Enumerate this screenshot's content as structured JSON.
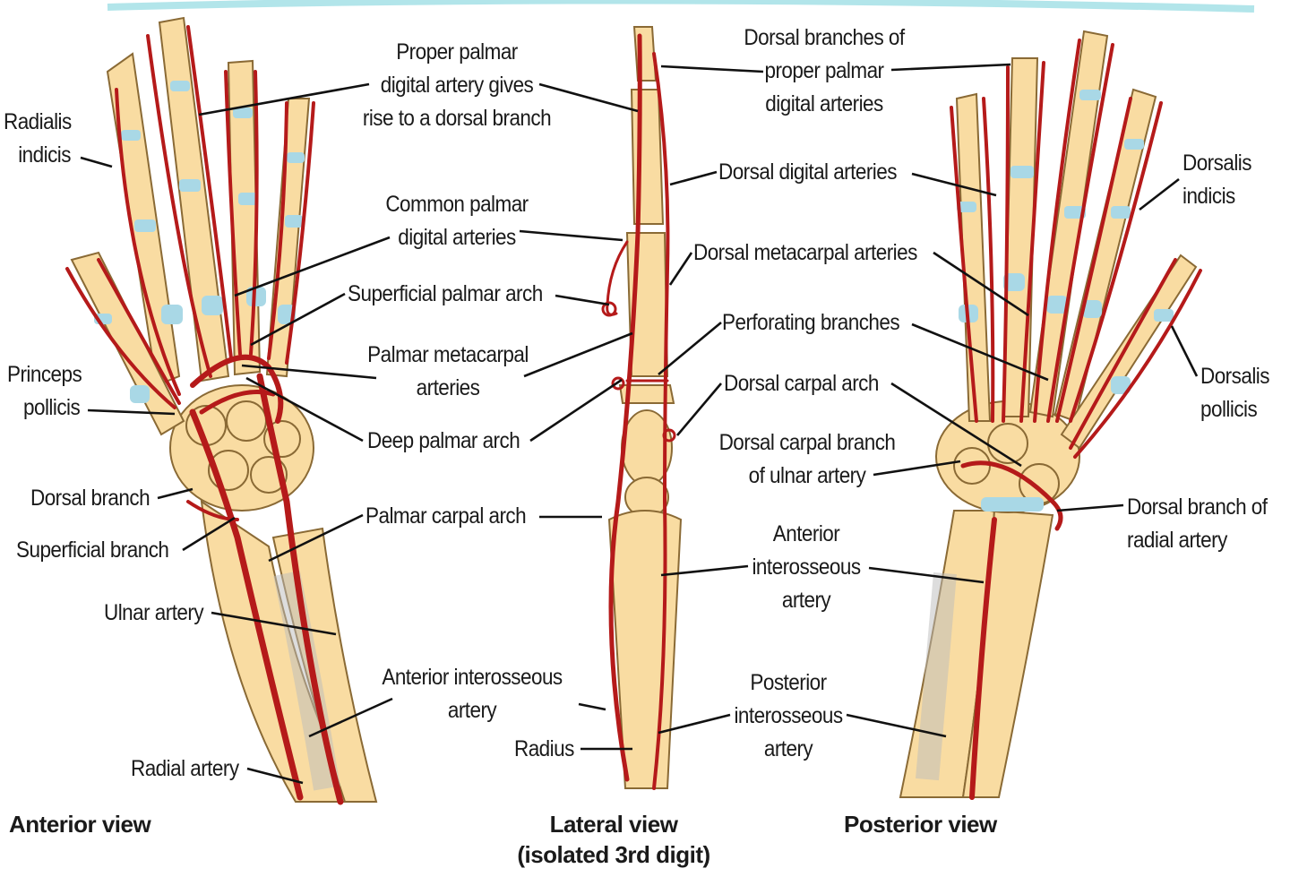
{
  "colors": {
    "bone": "#f9dca2",
    "artery": "#b51a1a",
    "cartilage": "#a9d8e6",
    "leader_line": "#111111"
  },
  "views": {
    "anterior": "Anterior view",
    "lateral": [
      "Lateral view",
      "(isolated 3rd digit)"
    ],
    "posterior": "Posterior view"
  },
  "labels": {
    "radialis_indicis": [
      "Radialis",
      "indicis"
    ],
    "proper_palmar_digital": [
      "Proper palmar",
      "digital artery gives",
      "rise to a dorsal branch"
    ],
    "common_palmar_digital": [
      "Common palmar",
      "digital arteries"
    ],
    "superficial_palmar_arch": [
      "Superficial palmar arch"
    ],
    "palmar_metacarpal": [
      "Palmar metacarpal",
      "arteries"
    ],
    "princeps_pollicis": [
      "Princeps",
      "pollicis"
    ],
    "deep_palmar_arch": [
      "Deep palmar arch"
    ],
    "dorsal_branch": [
      "Dorsal branch"
    ],
    "superficial_branch": [
      "Superficial branch"
    ],
    "palmar_carpal_arch": [
      "Palmar carpal arch"
    ],
    "ulnar_artery": [
      "Ulnar artery"
    ],
    "anterior_interosseous_a": [
      "Anterior interosseous",
      "artery"
    ],
    "radial_artery": [
      "Radial artery"
    ],
    "radius": [
      "Radius"
    ],
    "dorsal_branches_proper": [
      "Dorsal branches of",
      "proper palmar",
      "digital arteries"
    ],
    "dorsal_digital": [
      "Dorsal digital arteries"
    ],
    "dorsal_metacarpal": [
      "Dorsal metacarpal arteries"
    ],
    "perforating": [
      "Perforating branches"
    ],
    "dorsal_carpal_arch": [
      "Dorsal carpal arch"
    ],
    "dorsal_carpal_branch_ulnar": [
      "Dorsal carpal branch",
      "of ulnar artery"
    ],
    "anterior_interosseous_b": [
      "Anterior",
      "interosseous",
      "artery"
    ],
    "posterior_interosseous": [
      "Posterior",
      "interosseous",
      "artery"
    ],
    "dorsalis_indicis": [
      "Dorsalis",
      "indicis"
    ],
    "dorsalis_pollicis": [
      "Dorsalis",
      "pollicis"
    ],
    "dorsal_branch_radial": [
      "Dorsal branch of",
      "radial artery"
    ]
  }
}
